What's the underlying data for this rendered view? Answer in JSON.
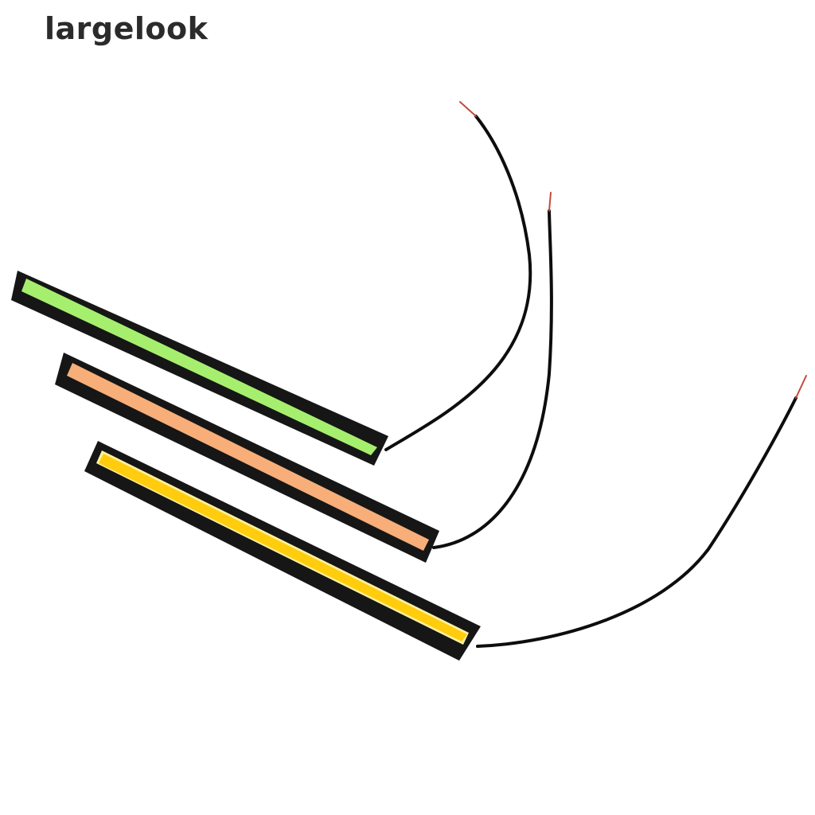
{
  "watermark": {
    "text": "largelook"
  },
  "product": {
    "strips": [
      {
        "name": "green",
        "color": "#a6ef6e"
      },
      {
        "name": "orange",
        "color": "#f7ae79"
      },
      {
        "name": "yellow",
        "color": "#ffcc0e"
      }
    ],
    "frame_color": "#161616",
    "wire_color": "#0d0d0d",
    "wire_tip_color": "#c24a3a"
  }
}
